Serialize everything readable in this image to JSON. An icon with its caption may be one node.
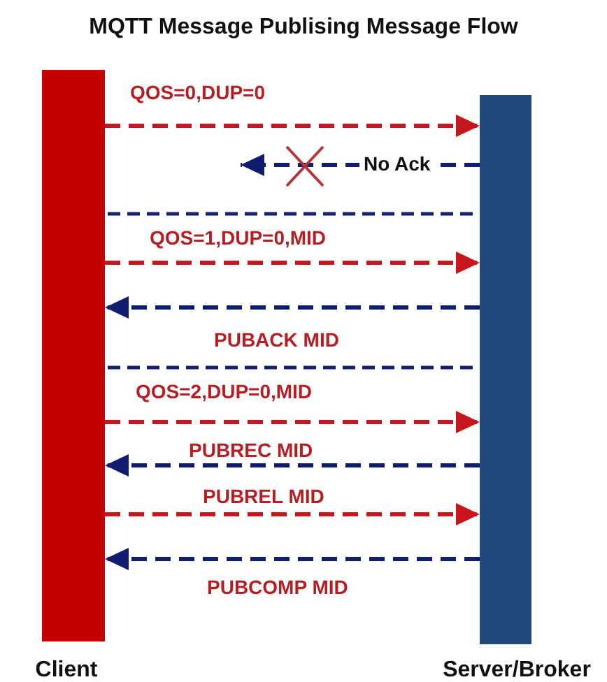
{
  "diagram": {
    "title": "MQTT Message Publising Message Flow",
    "nodes": [
      {
        "text": [
          "Client"
        ]
      },
      {
        "text": [
          "Server/Broker"
        ]
      }
    ],
    "edges": [
      {
        "from": 0,
        "to": 1,
        "arrow": "to",
        "label": "QOS=0,DUP=0",
        "style": "dashed",
        "color": "#c8161e"
      },
      {
        "from": 1,
        "to": null,
        "arrow": "to",
        "label": "No Ack",
        "style": "dashed",
        "color": "#101c6e"
      },
      {
        "from": 0,
        "to": 1,
        "arrow": "to",
        "label": "QOS=1,DUP=0,MID",
        "style": "dashed",
        "color": "#c8161e"
      },
      {
        "from": 1,
        "to": 0,
        "arrow": "to",
        "label": "PUBACK MID",
        "style": "dashed",
        "color": "#101c6e"
      },
      {
        "from": 0,
        "to": 1,
        "arrow": "to",
        "label": "QOS=2,DUP=0,MID",
        "style": "dashed",
        "color": "#c8161e"
      },
      {
        "from": 1,
        "to": 0,
        "arrow": "to",
        "label": "PUBREC MID",
        "style": "dashed",
        "color": "#101c6e"
      },
      {
        "from": 0,
        "to": 1,
        "arrow": "to",
        "label": "PUBREL MID",
        "style": "dashed",
        "color": "#c8161e"
      },
      {
        "from": 1,
        "to": 0,
        "arrow": "to",
        "label": "PUBCOMP MID",
        "style": "dashed",
        "color": "#101c6e"
      }
    ]
  }
}
